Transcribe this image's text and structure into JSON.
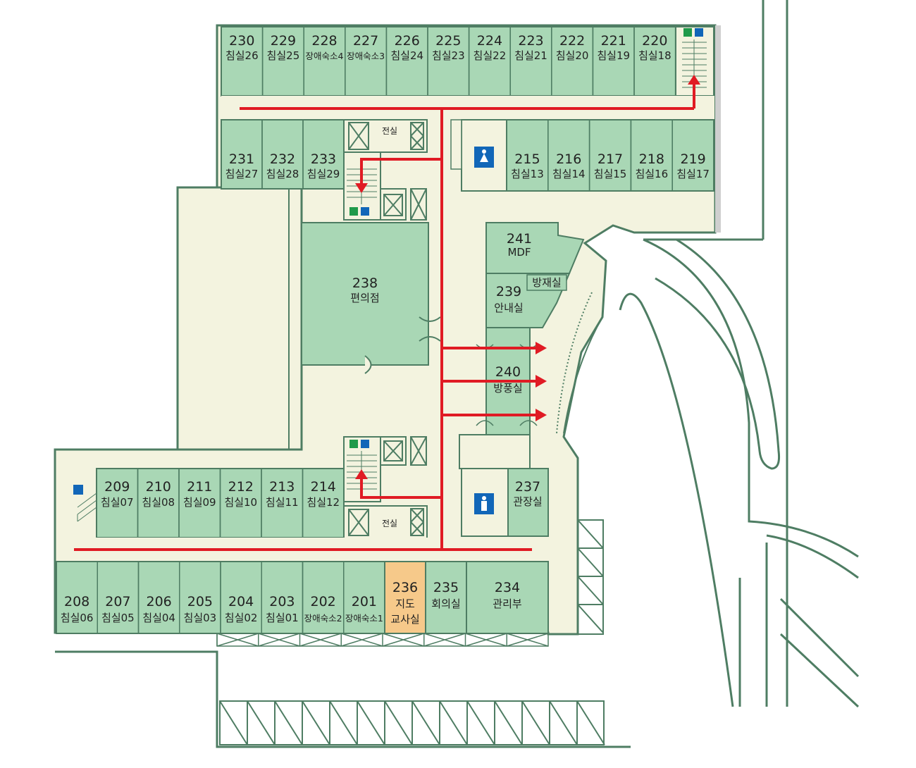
{
  "rooms_north": [
    {
      "num": "230",
      "name": "침실26"
    },
    {
      "num": "229",
      "name": "침실25"
    },
    {
      "num": "228",
      "name": "장애숙소4"
    },
    {
      "num": "227",
      "name": "장애숙소3"
    },
    {
      "num": "226",
      "name": "침실24"
    },
    {
      "num": "225",
      "name": "침실23"
    },
    {
      "num": "224",
      "name": "침실22"
    },
    {
      "num": "223",
      "name": "침실21"
    },
    {
      "num": "222",
      "name": "침실20"
    },
    {
      "num": "221",
      "name": "침실19"
    },
    {
      "num": "220",
      "name": "침실18"
    }
  ],
  "rooms_north_mid_left": [
    {
      "num": "231",
      "name": "침실27"
    },
    {
      "num": "232",
      "name": "침실28"
    },
    {
      "num": "233",
      "name": "침실29"
    }
  ],
  "rooms_north_mid_right": [
    {
      "num": "215",
      "name": "침실13"
    },
    {
      "num": "216",
      "name": "침실14"
    },
    {
      "num": "217",
      "name": "침실15"
    },
    {
      "num": "218",
      "name": "침실16"
    },
    {
      "num": "219",
      "name": "침실17"
    }
  ],
  "rooms_south_upper": [
    {
      "num": "209",
      "name": "침실07"
    },
    {
      "num": "210",
      "name": "침실08"
    },
    {
      "num": "211",
      "name": "침실09"
    },
    {
      "num": "212",
      "name": "침실10"
    },
    {
      "num": "213",
      "name": "침실11"
    },
    {
      "num": "214",
      "name": "침실12"
    }
  ],
  "rooms_south": [
    {
      "num": "208",
      "name": "침실06"
    },
    {
      "num": "207",
      "name": "침실05"
    },
    {
      "num": "206",
      "name": "침실04"
    },
    {
      "num": "205",
      "name": "침실03"
    },
    {
      "num": "204",
      "name": "침실02"
    },
    {
      "num": "203",
      "name": "침실01"
    },
    {
      "num": "202",
      "name": "장애숙소2"
    },
    {
      "num": "201",
      "name": "장애숙소1"
    }
  ],
  "room_236": {
    "num": "236",
    "line1": "지도",
    "line2": "교사실"
  },
  "room_235": {
    "num": "235",
    "name": "회의실"
  },
  "room_234": {
    "num": "234",
    "name": "관리부"
  },
  "room_238": {
    "num": "238",
    "name": "편의점"
  },
  "room_241": {
    "num": "241",
    "name": "MDF"
  },
  "room_239": {
    "num": "239",
    "name": "안내실"
  },
  "room_fire": {
    "name": "방재실"
  },
  "room_240": {
    "num": "240",
    "name": "방풍실"
  },
  "room_237": {
    "num": "237",
    "name": "관장실"
  },
  "electric_room_label": "전실",
  "colors": {
    "room_fill": "#a9d7b5",
    "corridor_fill": "#f3f3df",
    "wall": "#4e7d63",
    "highlight_room": "#f6c98a",
    "evac_arrow": "#e01b24",
    "toilet_sign": "#1166b8",
    "exit_sign": "#1f9a4a"
  },
  "icons": [
    "female-toilet-icon",
    "male-toilet-icon",
    "emergency-exit-icon",
    "staircase-icon",
    "elevator-icon",
    "door-swing-icon"
  ]
}
